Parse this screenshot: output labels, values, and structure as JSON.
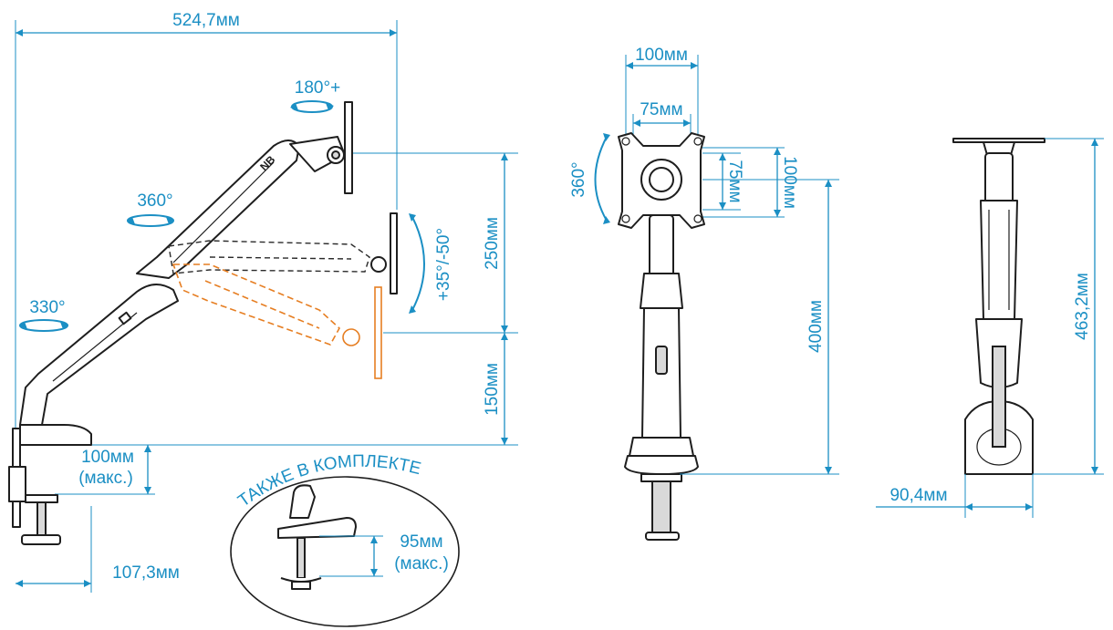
{
  "side_view": {
    "width_label": "524,7мм",
    "tilt_rotate_label": "180°+",
    "arm_rotate_label": "360°",
    "base_rotate_label": "330°",
    "tilt_range_label": "+35°/-50°",
    "upper_height_label": "250мм",
    "lower_height_label": "150мм",
    "desk_thickness_label": "100мм",
    "desk_thickness_note": "(макс.)",
    "clamp_depth_label": "107,3мм"
  },
  "included": {
    "title": "ТАКЖЕ В КОМПЛЕКТЕ",
    "grommet_label": "95мм",
    "grommet_note": "(макс.)"
  },
  "front_view": {
    "vesa_outer_top": "100мм",
    "vesa_inner_top": "75мм",
    "vesa_inner_side": "75мм",
    "vesa_outer_side": "100мм",
    "rotate_label": "360°",
    "height_label": "400мм"
  },
  "back_view": {
    "total_height_label": "463,2мм",
    "base_width_label": "90,4мм"
  },
  "colors": {
    "dimension": "#1b8fc4",
    "ghost_position": "#e67e22",
    "outline": "#1e1e1e"
  }
}
